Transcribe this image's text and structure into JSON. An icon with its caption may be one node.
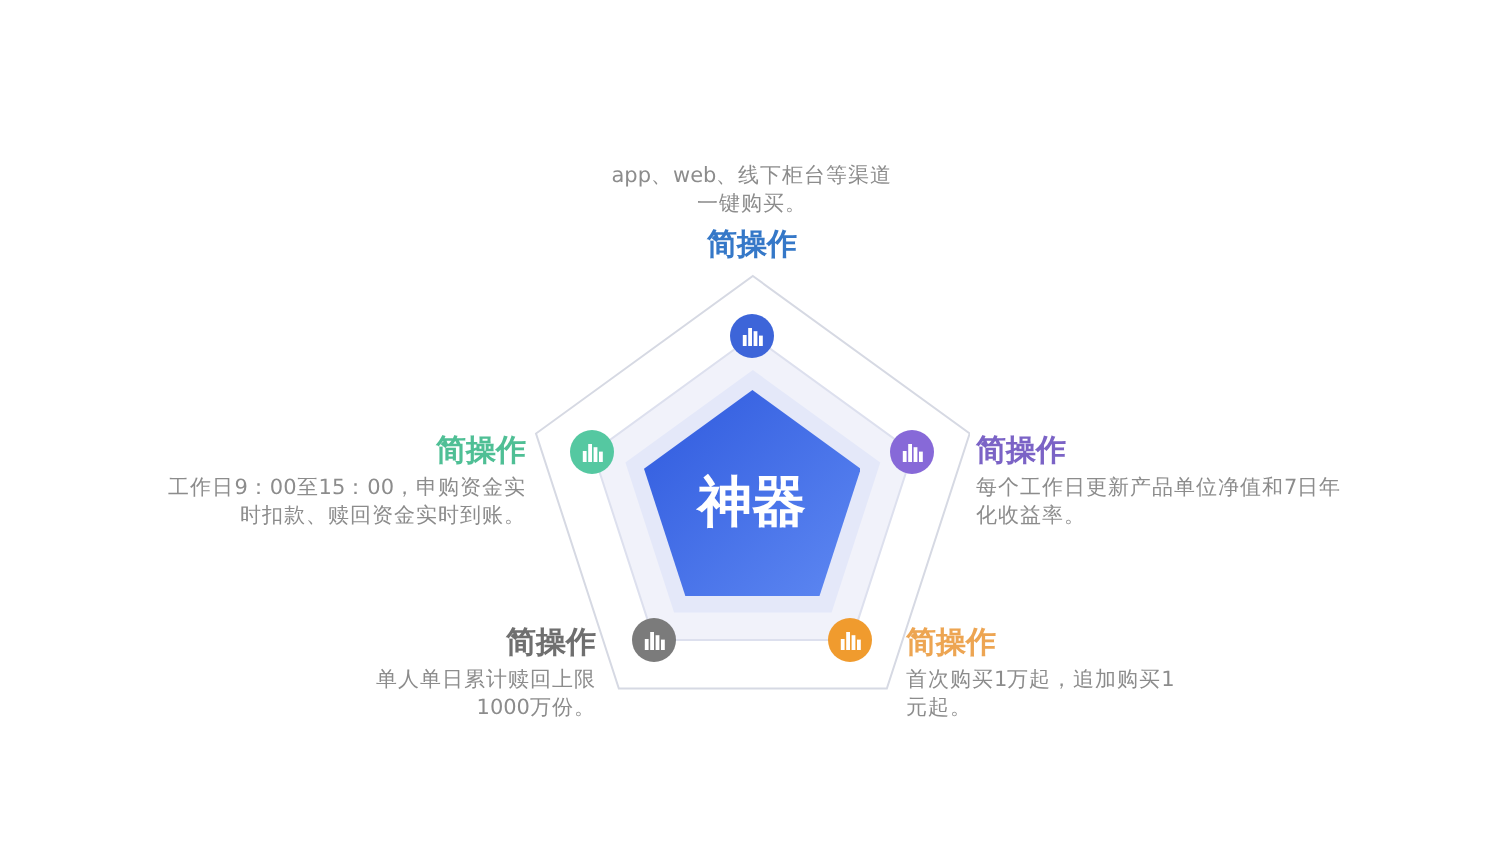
{
  "diagram": {
    "nodes": [
      {
        "text": [
          "app、web、线下柜台等渠道一键购买。",
          "简操作"
        ]
      },
      {
        "text": [
          "简操作",
          "工作日9：00至15：00，申购资金实时扣款、赎回资金实时到账。"
        ]
      },
      {
        "text": [
          "神器"
        ]
      },
      {
        "text": [
          "简操作",
          "每个工作日更新产品单位净值和7日年化收益率。"
        ]
      },
      {
        "text": [
          "简操作",
          "单人单日累计赎回上限1000万份。"
        ]
      },
      {
        "text": [
          "简操作",
          "首次购买1万起，追加购买1元起。"
        ]
      }
    ]
  }
}
